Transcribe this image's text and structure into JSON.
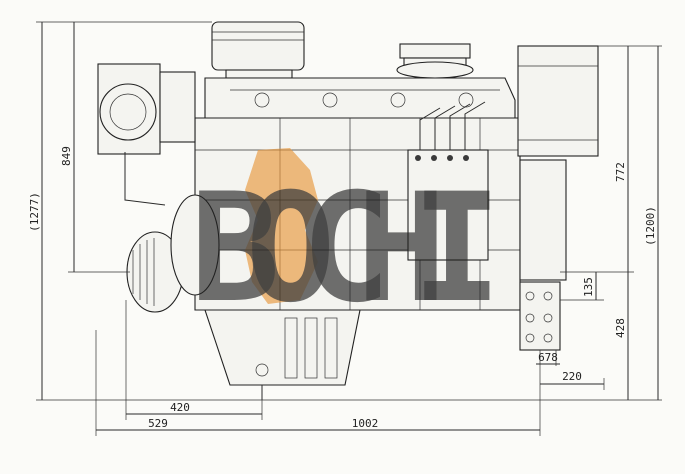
{
  "drawing": {
    "watermark_text": "BOCHI",
    "colors": {
      "line": "#222222",
      "watermark_blue": "#2f78c9",
      "watermark_orange": "#e8963a",
      "paper": "#fbfbf8"
    }
  },
  "dimensions": {
    "left_overall": "(1277)",
    "left_inner": "849",
    "right_upper": "772",
    "right_overall": "(1200)",
    "right_small": "135",
    "right_lower": "428",
    "bottom_small": "678",
    "bottom_right": "220",
    "bottom_mid": "420",
    "bottom_left": "529",
    "bottom_overall": "1002"
  }
}
